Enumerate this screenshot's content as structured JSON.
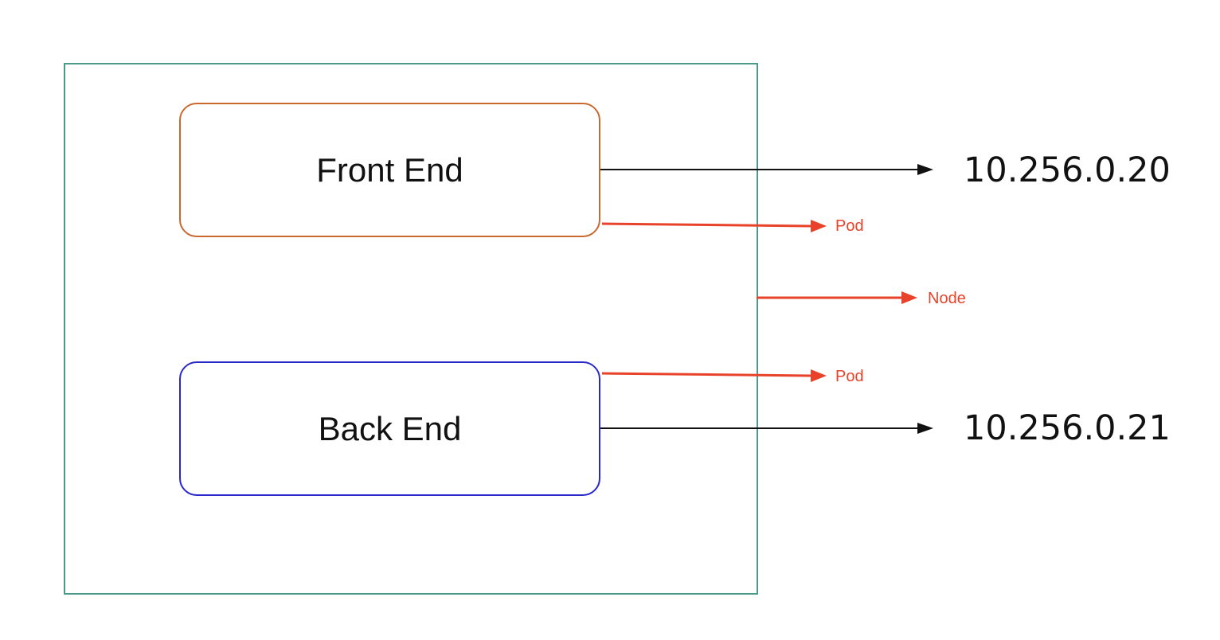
{
  "diagram": {
    "node": {
      "tag_label": "Node",
      "border_color": "#4a9a8c"
    },
    "pods": [
      {
        "id": "front",
        "label": "Front End",
        "ip": "10.256.0.20",
        "tag_label": "Pod",
        "border_color": "#c9692e"
      },
      {
        "id": "back",
        "label": "Back End",
        "ip": "10.256.0.21",
        "tag_label": "Pod",
        "border_color": "#2b28c9"
      }
    ],
    "colors": {
      "annotation_arrow": "#e8432a",
      "ip_arrow": "#111111"
    }
  }
}
